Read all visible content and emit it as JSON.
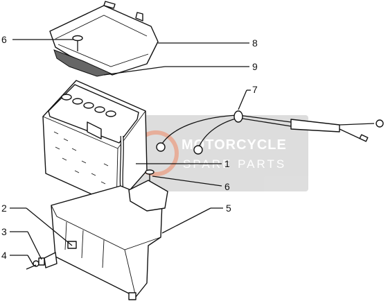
{
  "callouts": [
    {
      "id": "6-top",
      "label": "6"
    },
    {
      "id": "8",
      "label": "8"
    },
    {
      "id": "9",
      "label": "9"
    },
    {
      "id": "7",
      "label": "7"
    },
    {
      "id": "1",
      "label": "1"
    },
    {
      "id": "6-mid",
      "label": "6"
    },
    {
      "id": "5",
      "label": "5"
    },
    {
      "id": "2",
      "label": "2"
    },
    {
      "id": "3",
      "label": "3"
    },
    {
      "id": "4",
      "label": "4"
    }
  ],
  "watermark": {
    "title": "MOTORCYCLE",
    "subtitle": "SPARE PARTS",
    "colors": {
      "panel": "#d8d8d8",
      "logo_ring": "#e3a089",
      "text": "#ffffff"
    }
  },
  "colors": {
    "line": "#111111",
    "background": "#ffffff"
  }
}
